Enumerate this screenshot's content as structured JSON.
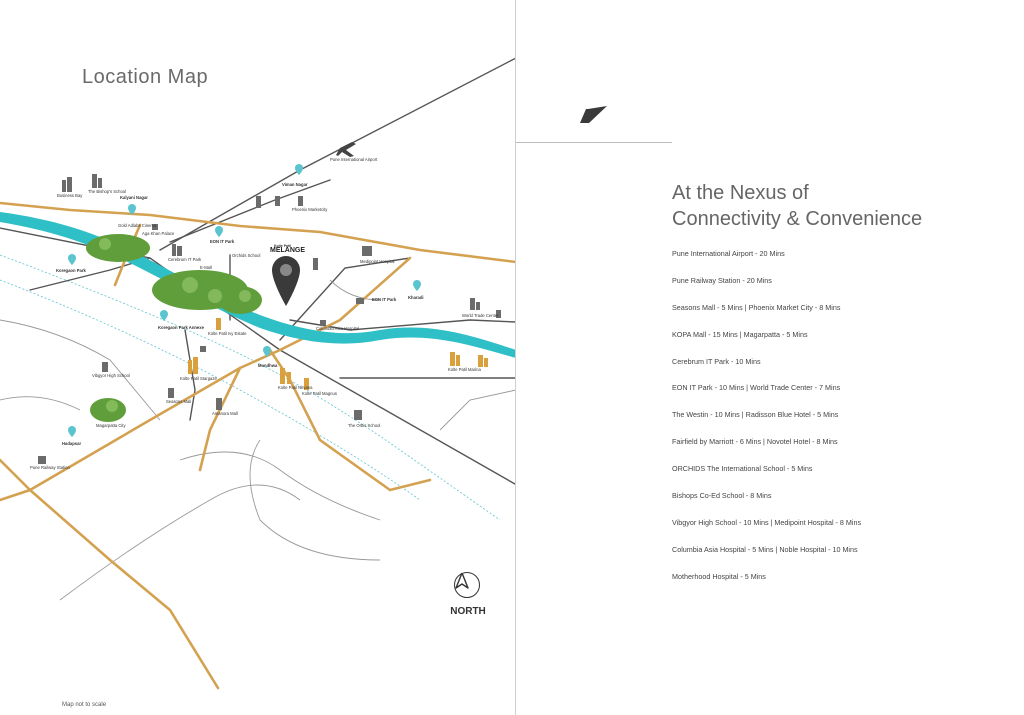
{
  "map": {
    "title": "Location Map",
    "footnote": "Map not to scale",
    "compass_label": "NORTH",
    "project": {
      "brand": "Kolte Patil",
      "name": "MELANGE"
    },
    "labels": [
      "Pune International Airport",
      "Viman Nagar",
      "Business Bay",
      "The Bishop's School",
      "Kalyani Nagar",
      "Gold Adlabs Cinema",
      "Aga Khan Palace",
      "Koregaon Park",
      "Cerebrum IT Park",
      "E-Mall",
      "Orchids School",
      "EON IT Park",
      "Phoenix Marketcity",
      "Medipoint Hospital",
      "Kharadi",
      "World Trade Center",
      "EON IT Park",
      "Koregaon Park Annexe",
      "Mundhwa",
      "Magarpatta City",
      "Hadapsar",
      "Amanora Mall",
      "Seasons Mall",
      "The Orbis School",
      "Columbia Asia Hospital",
      "Vibgyor High School",
      "Pune Railway Station",
      "Kolte Patil Stargaze",
      "Kolte Patil Ivy Estate",
      "Kolte Patil Nirvana",
      "Kolte Patil Magnus",
      "Kolte Patil Marina"
    ]
  },
  "right": {
    "title_line1": "At the Nexus of",
    "title_line2": "Connectivity & Convenience",
    "items": [
      "Pune International Airport - 20 Mins",
      "Pune Railway Station - 20 Mins",
      "Seasons Mall - 5 Mins   |   Phoenix Market City - 8 Mins",
      "KOPA Mall - 15 Mins   |   Magarpatta - 5 Mins",
      "Cerebrum IT Park - 10 Mins",
      "EON IT Park - 10 Mins   |   World Trade Center - 7 Mins",
      "The Westin - 10 Mins   |   Radisson Blue Hotel - 5 Mins",
      "Fairfield by Marriott - 6 Mins   |   Novotel Hotel - 8 Mins",
      "ORCHIDS The International School - 5 Mins",
      "Bishops Co-Ed School - 8 Mins",
      "Vibgyor High School - 10 Mins   |   Medipoint Hospital - 8 Mins",
      "Columbia Asia Hospital - 5 Mins   |   Noble Hospital - 10 Mins",
      "Motherhood Hospital - 5 Mins"
    ]
  },
  "colors": {
    "river": "#2fbfc6",
    "road": "#d4a150",
    "gray_road": "#555555",
    "pin": "#5bc4cf",
    "building": "#6b6b6b",
    "golden": "#d9a03b",
    "park": "#5f9e3a"
  }
}
